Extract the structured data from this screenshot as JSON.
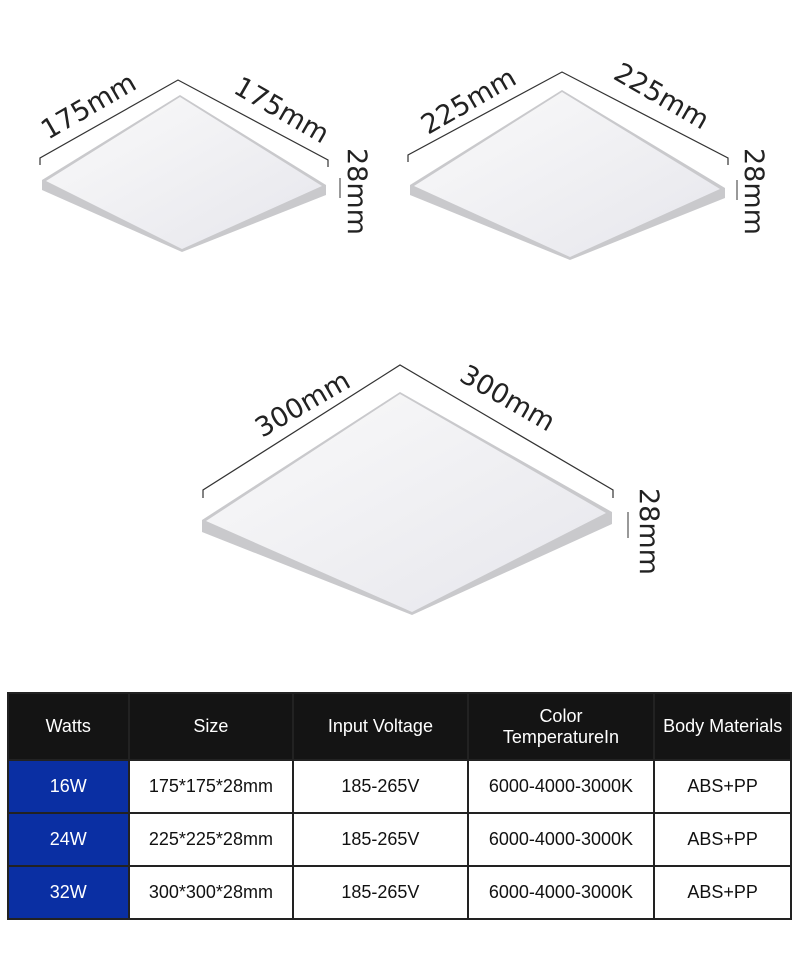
{
  "panels": [
    {
      "w": "175mm",
      "d": "175mm",
      "h": "28mm"
    },
    {
      "w": "225mm",
      "d": "225mm",
      "h": "28mm"
    },
    {
      "w": "300mm",
      "d": "300mm",
      "h": "28mm"
    }
  ],
  "table": {
    "headers": [
      "Watts",
      "Size",
      "Input Voltage",
      "Color TemperatureIn",
      "Body Materials"
    ],
    "rows": [
      [
        "16W",
        "175*175*28mm",
        "185-265V",
        "6000-4000-3000K",
        "ABS+PP"
      ],
      [
        "24W",
        "225*225*28mm",
        "185-265V",
        "6000-4000-3000K",
        "ABS+PP"
      ],
      [
        "32W",
        "300*300*28mm",
        "185-265V",
        "6000-4000-3000K",
        "ABS+PP"
      ]
    ]
  },
  "colors": {
    "header_bg": "#141414",
    "watts_bg": "#0a2fa3"
  }
}
